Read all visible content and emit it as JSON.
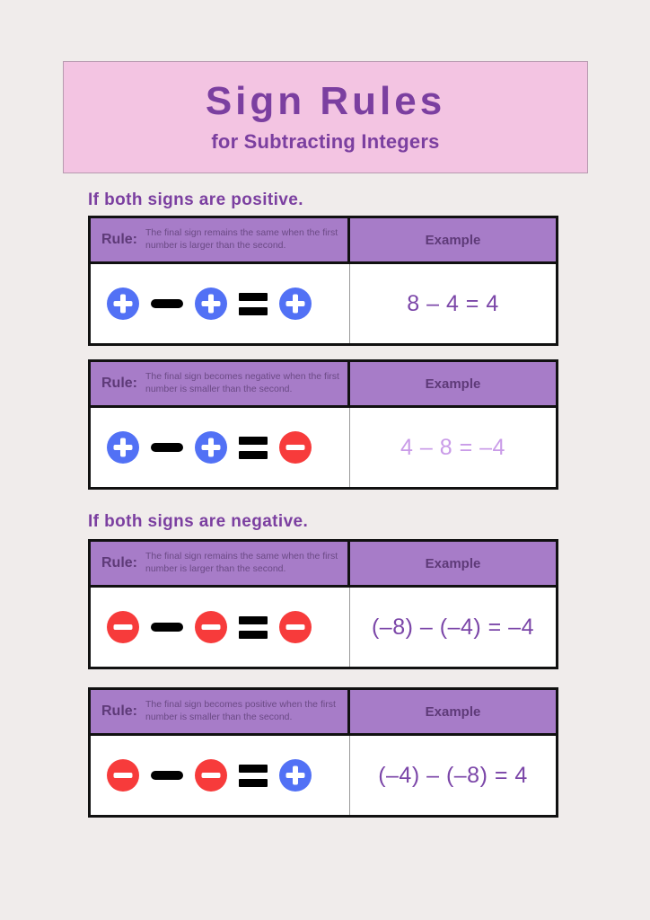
{
  "title": {
    "main": "Sign Rules",
    "sub": "for Subtracting Integers"
  },
  "sections": [
    {
      "heading": "If both signs are positive."
    },
    {
      "heading": "If both signs are negative."
    }
  ],
  "table_headers": {
    "rule_label": "Rule:",
    "example_label": "Example"
  },
  "rows": [
    {
      "rule_text": "The final sign remains the same when the first number is larger than the second.",
      "signs": [
        "plus",
        "minus-op",
        "plus",
        "equals",
        "plus"
      ],
      "example": "8 – 4 = 4",
      "example_shade": "dark"
    },
    {
      "rule_text": "The final sign becomes negative when the first number is smaller than the second.",
      "signs": [
        "plus",
        "minus-op",
        "plus",
        "equals",
        "minus"
      ],
      "example": "4 – 8 = –4",
      "example_shade": "light"
    },
    {
      "rule_text": "The final sign remains the same when the first number is larger than the second.",
      "signs": [
        "minus",
        "minus-op",
        "minus",
        "equals",
        "minus"
      ],
      "example": "(–8) – (–4) = –4",
      "example_shade": "dark"
    },
    {
      "rule_text": "The final sign becomes positive when the first number is smaller than the second.",
      "signs": [
        "minus",
        "minus-op",
        "minus",
        "equals",
        "plus"
      ],
      "example": "(–4) – (–8) = 4",
      "example_shade": "dark"
    }
  ],
  "colors": {
    "background": "#f0eceb",
    "banner_fill": "#f3c4e2",
    "heading_purple": "#7b3fa0",
    "table_header_purple": "#a77cc8",
    "positive_blue": "#5271f5",
    "negative_red": "#f73b3b",
    "expression_dark": "#7b46a8",
    "expression_light": "#c99be8"
  }
}
